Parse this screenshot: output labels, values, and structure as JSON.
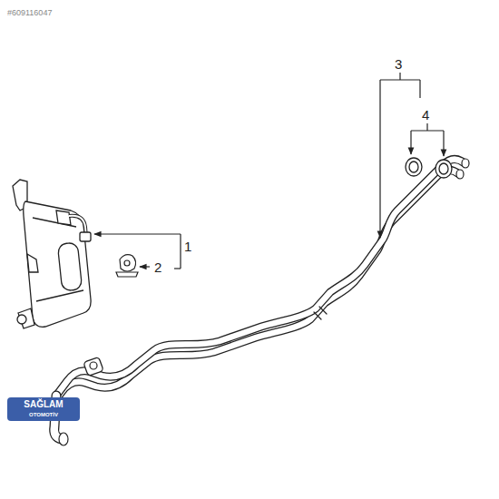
{
  "diagram": {
    "labels": [
      "#609116047",
      "1",
      "2",
      "3",
      "4",
      "SAĞLAM",
      "OTOMOTİV"
    ]
  }
}
